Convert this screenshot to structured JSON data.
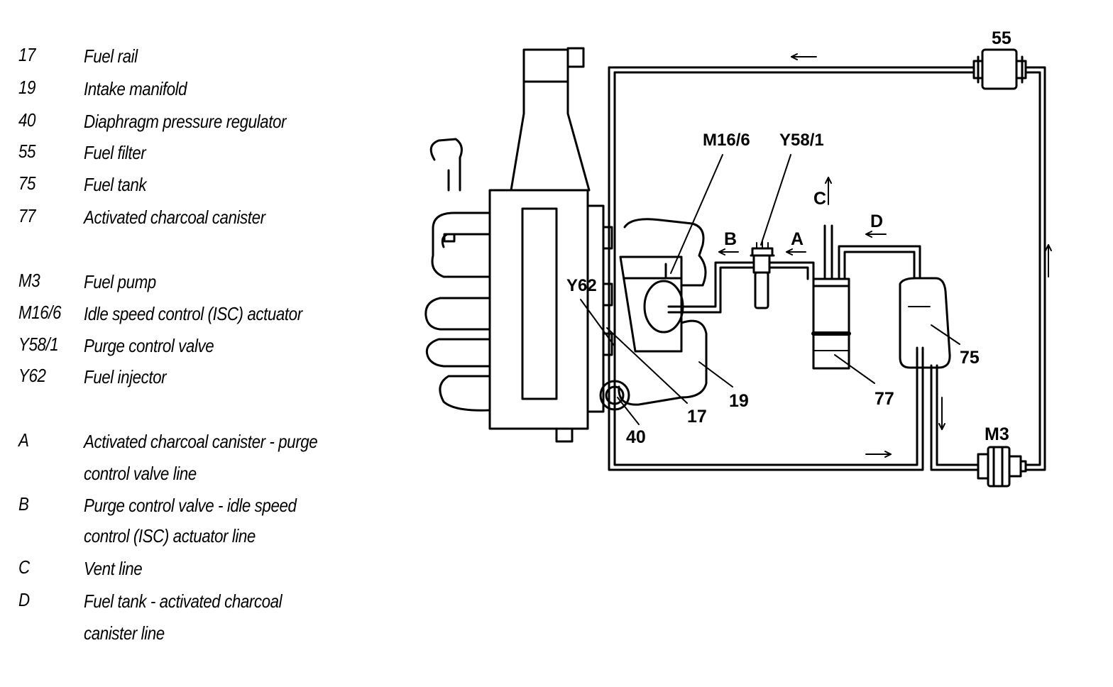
{
  "legend": {
    "items": [
      {
        "code": "17",
        "desc": "Fuel rail"
      },
      {
        "code": "19",
        "desc": "Intake manifold"
      },
      {
        "code": "40",
        "desc": "Diaphragm pressure regulator"
      },
      {
        "code": "55",
        "desc": "Fuel filter"
      },
      {
        "code": "75",
        "desc": "Fuel tank"
      },
      {
        "code": "77",
        "desc": "Activated charcoal canister"
      },
      {
        "code": "M3",
        "desc": "Fuel pump"
      },
      {
        "code": "M16/6",
        "desc": "Idle speed control (ISC) actuator"
      },
      {
        "code": "Y58/1",
        "desc": "Purge control valve"
      },
      {
        "code": "Y62",
        "desc": "Fuel injector"
      },
      {
        "code": "A",
        "desc": "Activated charcoal canister - purge control valve line",
        "line1": "Activated charcoal canister - purge",
        "line2": "control valve line"
      },
      {
        "code": "B",
        "desc": "Purge control valve - idle speed control (ISC) actuator line",
        "line1": "Purge control valve - idle speed",
        "line2": "control (ISC) actuator line"
      },
      {
        "code": "C",
        "desc": "Vent line"
      },
      {
        "code": "D",
        "desc": "Fuel tank - activated charcoal canister line",
        "line1": "Fuel tank - activated charcoal",
        "line2": "canister line"
      }
    ]
  },
  "diagram": {
    "labels": {
      "fuel_filter": "55",
      "isc_actuator": "M16/6",
      "purge_valve": "Y58/1",
      "injector": "Y62",
      "line_c": "C",
      "line_d": "D",
      "line_b": "B",
      "line_a": "A",
      "fuel_tank": "75",
      "canister": "77",
      "intake_manifold": "19",
      "fuel_rail": "17",
      "pressure_regulator": "40",
      "fuel_pump": "M3"
    }
  }
}
